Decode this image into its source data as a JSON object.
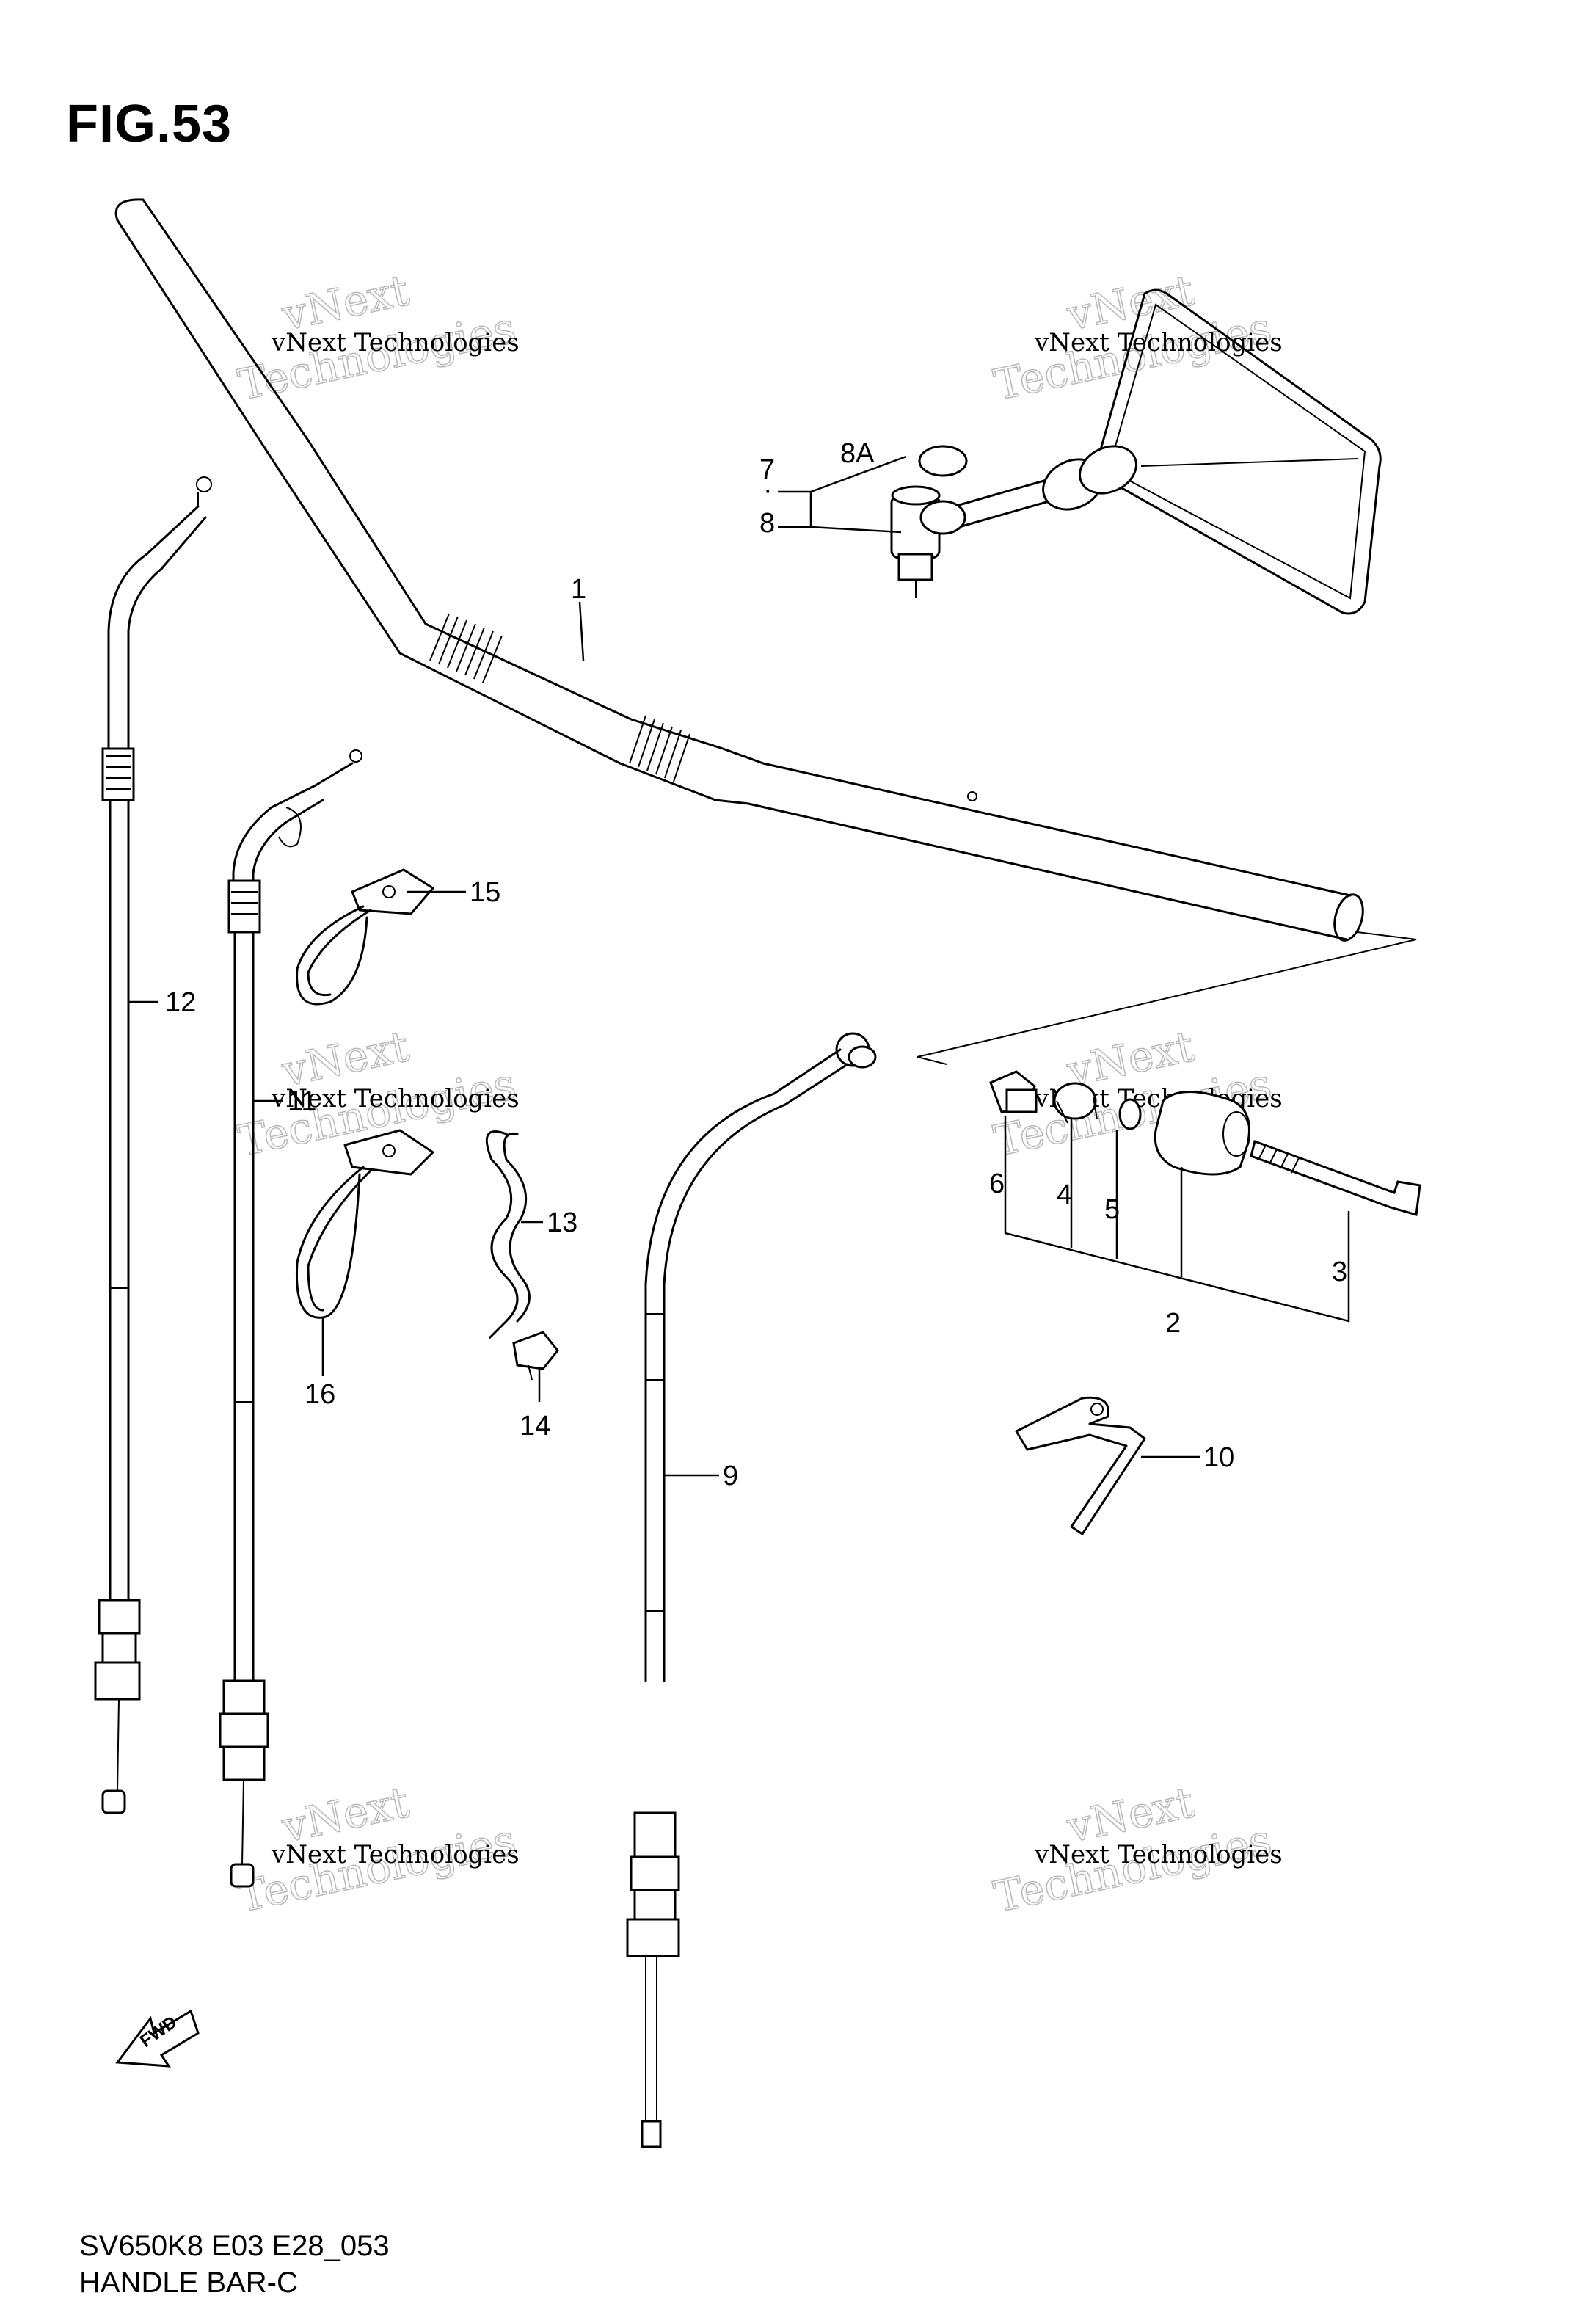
{
  "figure": {
    "title": "FIG.53",
    "code": "SV650K8 E03 E28_053",
    "name": "HANDLE BAR-C"
  },
  "callouts": [
    "1",
    "2",
    "3",
    "4",
    "5",
    "6",
    "7",
    "8",
    "8A",
    "9",
    "10",
    "11",
    "12",
    "13",
    "14",
    "15",
    "16"
  ],
  "watermark": {
    "line1": "vNext Technologies",
    "line2": "vNext",
    "line3": "Technologies"
  },
  "fwd_label": "FWD"
}
